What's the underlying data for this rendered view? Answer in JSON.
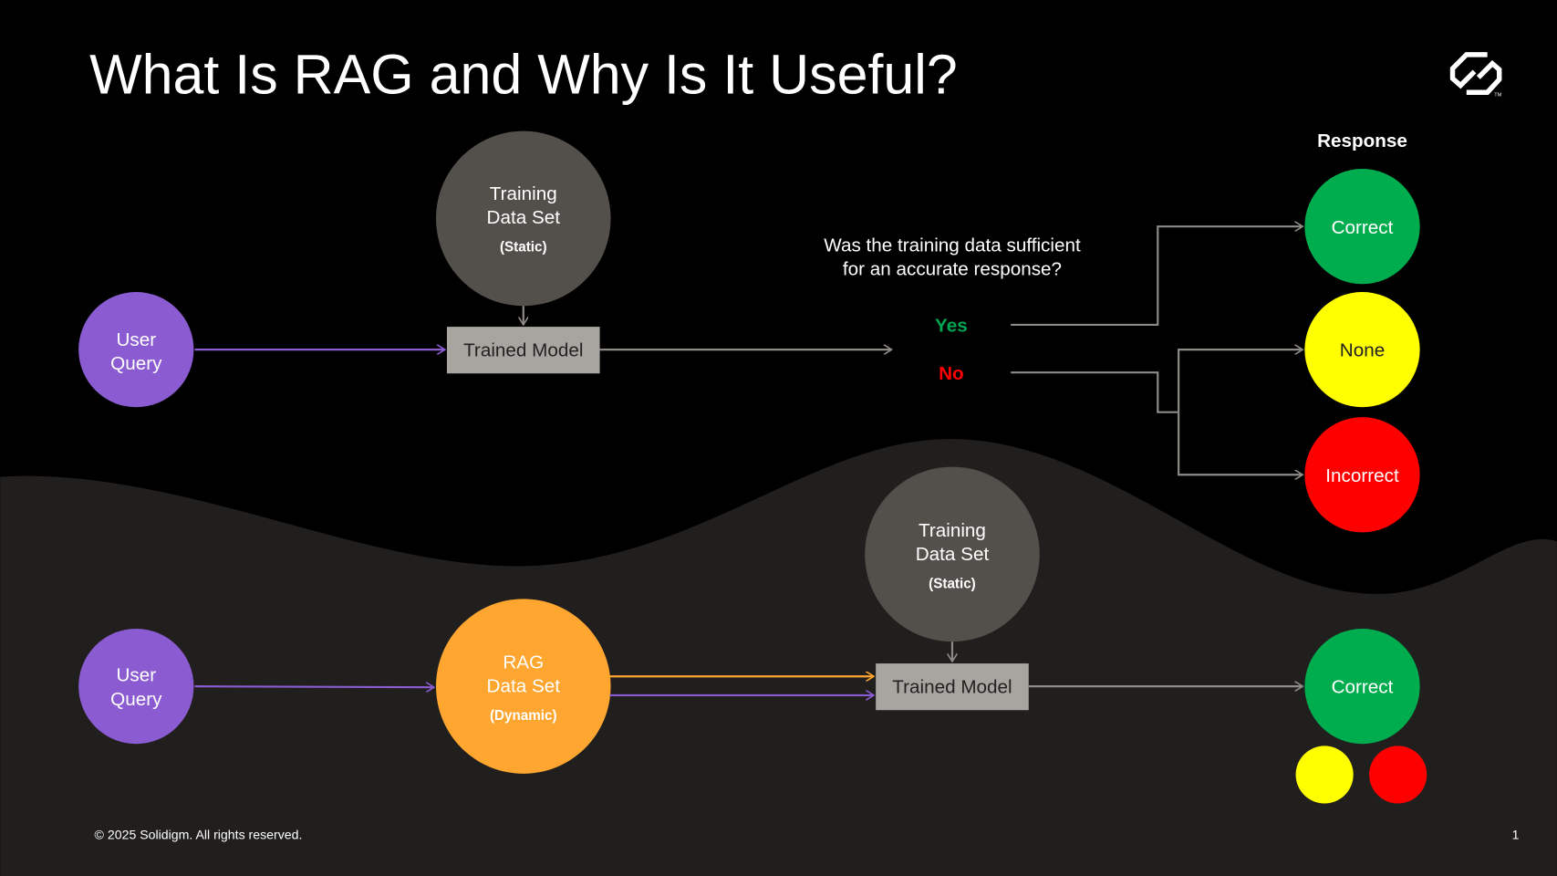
{
  "title": "What Is RAG and Why Is It Useful?",
  "logo": {
    "name": "solidigm-logo",
    "mark": "TM"
  },
  "colors": {
    "background": "#000000",
    "lower_band": "#211f1e",
    "user_query": "#8a5bd1",
    "training_set": "#53504b",
    "rag_set": "#fea62f",
    "model_box": "#a8a49f",
    "correct": "#00ad4e",
    "none": "#ffff00",
    "incorrect": "#ff0000",
    "yes": "#00a651",
    "no": "#ff0000"
  },
  "top_flow": {
    "user_query": [
      "User",
      "Query"
    ],
    "training_set": [
      "Training",
      "Data Set",
      "(Static)"
    ],
    "trained_model": "Trained Model",
    "question": [
      "Was the training data sufficient",
      "for an accurate response?"
    ],
    "yes": "Yes",
    "no": "No",
    "response_header": "Response",
    "responses": [
      "Correct",
      "None",
      "Incorrect"
    ]
  },
  "bottom_flow": {
    "user_query": [
      "User",
      "Query"
    ],
    "rag_set": [
      "RAG",
      "Data Set",
      "(Dynamic)"
    ],
    "training_set": [
      "Training",
      "Data Set",
      "(Static)"
    ],
    "trained_model": "Trained Model",
    "response": "Correct"
  },
  "footer": {
    "copyright": "© 2025 Solidigm. All rights reserved.",
    "page_number": "1"
  }
}
